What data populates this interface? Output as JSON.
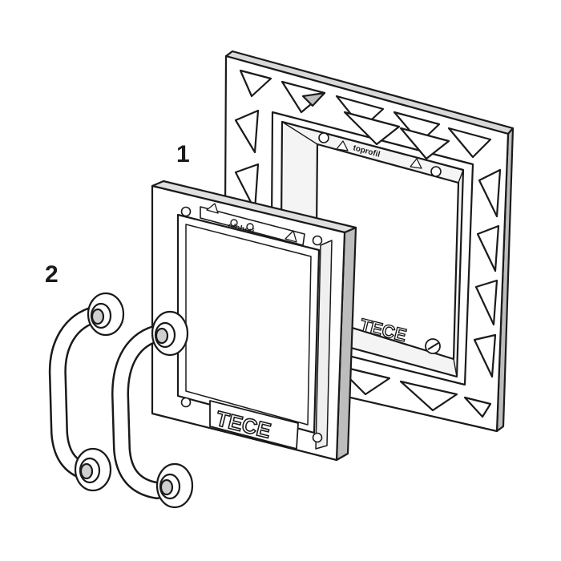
{
  "callouts": {
    "one": "1",
    "two": "2"
  },
  "labels": {
    "back_plate_brand": "TECE",
    "back_plate_small": "toprofil",
    "front_frame_brand": "TECE",
    "front_frame_small": "o/obcri"
  },
  "colors": {
    "line": "#1a1a1a",
    "fill": "#ffffff",
    "shade": "#bfbfbf",
    "dark": "#3a3a3a"
  }
}
